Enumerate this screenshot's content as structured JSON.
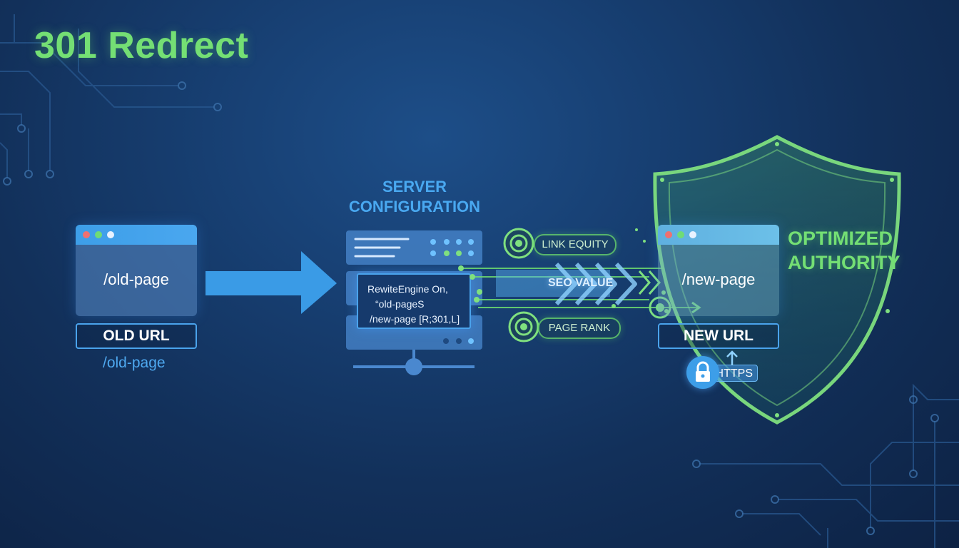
{
  "title": "301 Redrect",
  "old": {
    "window_path": "/old-page",
    "label": "OLD URL",
    "sub_path": "/old-page"
  },
  "server": {
    "title_line1": "SERVER",
    "title_line2": "CONFIGURATION",
    "config_lines": [
      "RewiteEngine On,",
      "“old-pageS",
      "/new-page  [R;301,L]"
    ]
  },
  "flow": {
    "link_equity": "LINK EQUITY",
    "seo_value": "SEO VALUE",
    "page_rank": "PAGE RANK"
  },
  "new": {
    "window_path": "/new-page",
    "label": "NEW URL",
    "https": "HTTPS"
  },
  "shield": {
    "line1": "OPTIMIZED",
    "line2": "AUTHORITY"
  },
  "colors": {
    "accent_green": "#74df74",
    "accent_blue": "#4aa3ec",
    "background": "#12305a"
  },
  "icons": [
    "window-dots-icon",
    "server-icon",
    "arrow-right-icon",
    "target-icon",
    "shield-icon",
    "lock-icon",
    "arrow-up-icon"
  ]
}
